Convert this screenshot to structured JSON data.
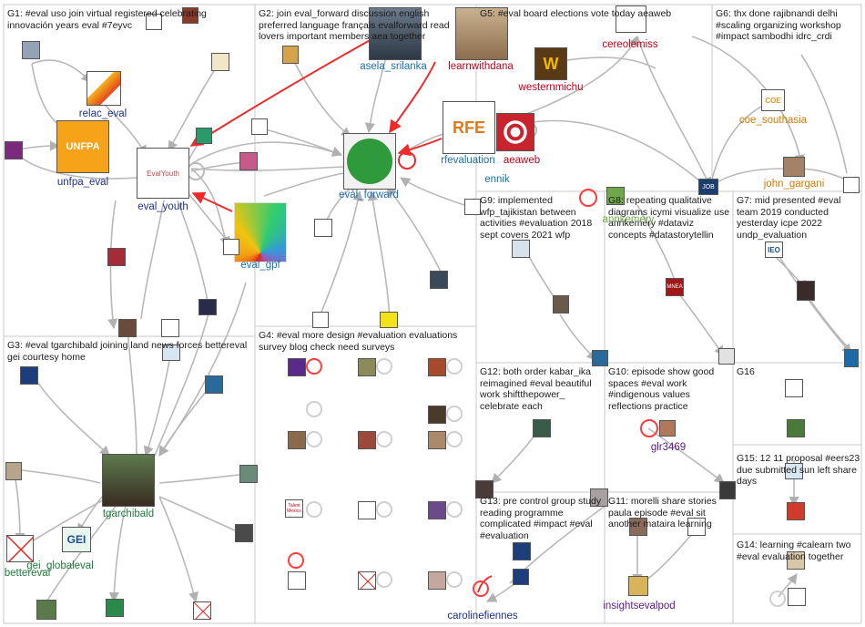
{
  "groups": [
    {
      "id": "G1",
      "label": "G1: #eval uso join virtual registered celebrating innovación years eval #7eyvc"
    },
    {
      "id": "G2",
      "label": "G2: join eval_forward discussion english preferred language français evalforward read lovers important members aea together"
    },
    {
      "id": "G5",
      "label": "G5: #eval board elections vote today aeaweb"
    },
    {
      "id": "G6",
      "label": "G6: thx done rajibnandi delhi #scaling organizing workshop #impact sambodhi idrc_crdi"
    },
    {
      "id": "G9",
      "label": "G9: implemented wfp_tajikistan between activities #evaluation 2018 sept covers 2021 wfp"
    },
    {
      "id": "G8",
      "label": "G8: repeating qualitative diagrams icymi visualize use annkemery #dataviz concepts #datastorytellin"
    },
    {
      "id": "G7",
      "label": "G7: mid presented #eval team 2019 conducted yesterday icpe 2022 undp_evaluation"
    },
    {
      "id": "G3",
      "label": "G3: #eval tgarchibald joining land news forces bettereval gei courtesy home"
    },
    {
      "id": "G4",
      "label": "G4: #eval more design #evaluation evaluations survey blog check need surveys"
    },
    {
      "id": "G12",
      "label": "G12: both order kabar_ika reimagined #eval beautiful work shiftthepower_ celebrate each"
    },
    {
      "id": "G10",
      "label": "G10: episode show good spaces #eval work #indigenous values reflections practice"
    },
    {
      "id": "G16",
      "label": "G16"
    },
    {
      "id": "G15",
      "label": "G15: 12 11 proposal #eers23 due submitted sun left share days"
    },
    {
      "id": "G13",
      "label": "G13: pre control group study reading programme complicated #impact #eval #evaluation"
    },
    {
      "id": "G11",
      "label": "G11: morelli share stories paula episode #eval sit another mataira learning"
    },
    {
      "id": "G14",
      "label": "G14: learning #calearn two #eval evaluation together"
    }
  ],
  "node_labels": [
    {
      "id": "relac_eval",
      "text": "relac_eval",
      "color": "#1f2f8a"
    },
    {
      "id": "unfpa_eval",
      "text": "unfpa_eval",
      "color": "#1f2f8a"
    },
    {
      "id": "eval_youth",
      "text": "eval_youth",
      "color": "#1f2f8a"
    },
    {
      "id": "eval_gpf",
      "text": "eval_gpf",
      "color": "#1a6fb0"
    },
    {
      "id": "asela_srilanka",
      "text": "asela_srilanka",
      "color": "#1a6fb0"
    },
    {
      "id": "eval_forward",
      "text": "eval_forward",
      "color": "#1a6fb0"
    },
    {
      "id": "learnwithdana",
      "text": "learnwithdana",
      "color": "#c0001a"
    },
    {
      "id": "cereolemiss",
      "text": "cereolemiss",
      "color": "#c0001a"
    },
    {
      "id": "westernmichu",
      "text": "westernmichu",
      "color": "#c0001a"
    },
    {
      "id": "aeaweb",
      "text": "aeaweb",
      "color": "#c0001a"
    },
    {
      "id": "rfevaluation",
      "text": "rfevaluation",
      "color": "#1a6fb0"
    },
    {
      "id": "coe_southasia",
      "text": "coe_southasia",
      "color": "#d07a00"
    },
    {
      "id": "john_gargani",
      "text": "john_gargani",
      "color": "#d07a00"
    },
    {
      "id": "tgarchibald",
      "text": "tgarchibald",
      "color": "#1e7b3a"
    },
    {
      "id": "gei_globaleval",
      "text": "gei_globaleval",
      "color": "#1e7b3a"
    },
    {
      "id": "bettereval",
      "text": "bettereval",
      "color": "#1e7b3a"
    },
    {
      "id": "glr3469",
      "text": "glr3469",
      "color": "#5a1a8a"
    },
    {
      "id": "insightsevalpod",
      "text": "insightsevalpod",
      "color": "#5a1a8a"
    },
    {
      "id": "carolinefiennes",
      "text": "carolinefiennes",
      "color": "#1f2f8a"
    },
    {
      "id": "ennik",
      "text": "ennik",
      "color": "#1a6fb0"
    },
    {
      "id": "annkemery",
      "text": "annkemery",
      "color": "#6ea84a"
    }
  ],
  "node_text": {
    "unfpa_logo": "UNFPA",
    "eval_youth_logo": "EvalYouth",
    "rfe_logo": "RFE",
    "western_logo": "W",
    "coe_logo": "COE",
    "gei_logo": "GEI",
    "job_logo": "JOB",
    "ieo_logo": "IEO",
    "talent_logo": "Talent Mexico",
    "mnea_logo": "MNEA"
  },
  "colors": {
    "edge": "#b8b8b8",
    "edge_red": "#ef2a2a",
    "box_border": "#c8c8c8",
    "eval_forward_green": "#2e9a3c",
    "aeaweb_red": "#c7242e"
  }
}
